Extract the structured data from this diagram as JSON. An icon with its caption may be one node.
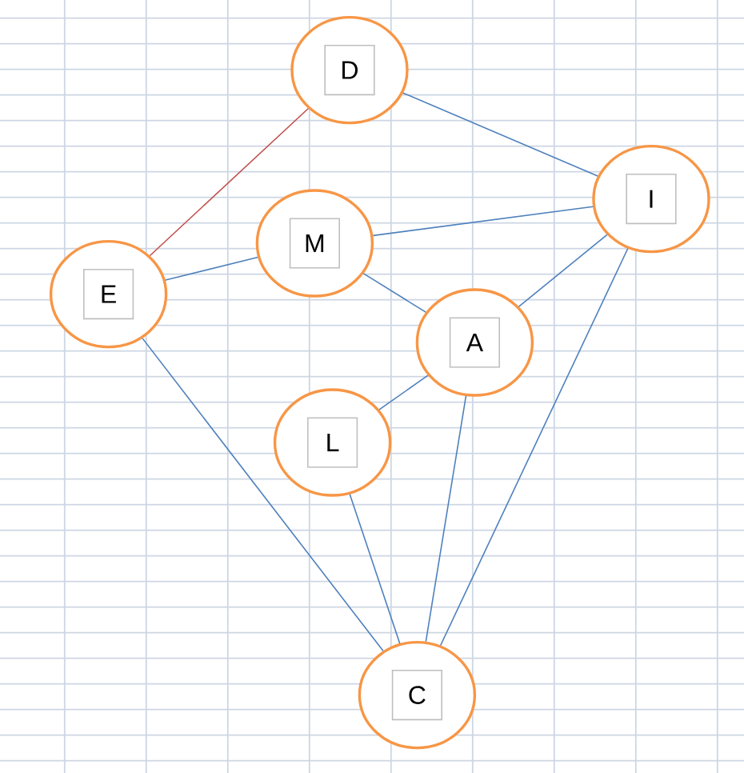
{
  "diagram": {
    "nodes": [
      {
        "text": [
          "D"
        ]
      },
      {
        "text": [
          "I"
        ]
      },
      {
        "text": [
          "M"
        ]
      },
      {
        "text": [
          "E"
        ]
      },
      {
        "text": [
          "A"
        ]
      },
      {
        "text": [
          "L"
        ]
      },
      {
        "text": [
          "C"
        ]
      }
    ],
    "edges": [
      {
        "from": 0,
        "to": 3,
        "arrow": "none",
        "color": "#c0504d"
      },
      {
        "from": 0,
        "to": 1,
        "arrow": "none"
      },
      {
        "from": 2,
        "to": 1,
        "arrow": "none"
      },
      {
        "from": 3,
        "to": 2,
        "arrow": "none"
      },
      {
        "from": 2,
        "to": 4,
        "arrow": "none"
      },
      {
        "from": 4,
        "to": 1,
        "arrow": "none"
      },
      {
        "from": 5,
        "to": 4,
        "arrow": "none"
      },
      {
        "from": 3,
        "to": 6,
        "arrow": "none"
      },
      {
        "from": 5,
        "to": 6,
        "arrow": "none"
      },
      {
        "from": 4,
        "to": 6,
        "arrow": "none"
      },
      {
        "from": 1,
        "to": 6,
        "arrow": "none"
      }
    ]
  }
}
